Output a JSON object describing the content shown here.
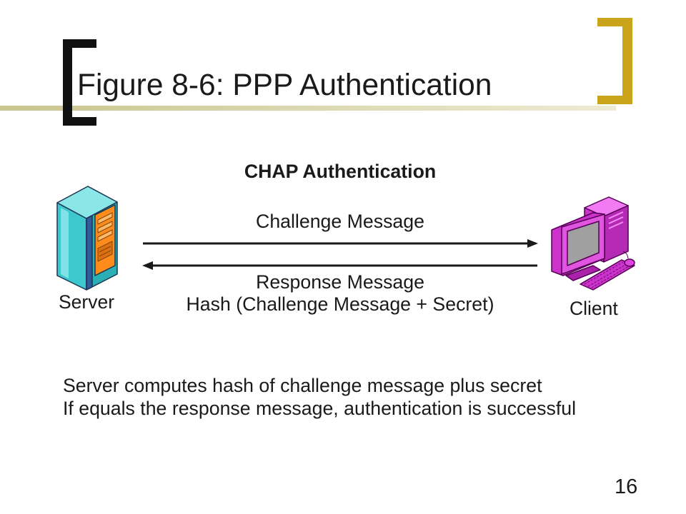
{
  "slide": {
    "title": "Figure 8-6: PPP Authentication",
    "page_number": "16"
  },
  "diagram": {
    "heading": "CHAP Authentication",
    "server_label": "Server",
    "client_label": "Client",
    "challenge_label": "Challenge Message",
    "response_label": "Response Message",
    "response_detail": "Hash (Challenge Message + Secret)",
    "icons": {
      "server": "server-icon",
      "client": "desktop-computer-icon",
      "arrow_to_client": "arrow-right-icon",
      "arrow_to_server": "arrow-left-icon"
    }
  },
  "notes": [
    "Server computes hash of challenge message plus secret",
    "If equals the response message, authentication is successful"
  ],
  "colors": {
    "text": "#1a1a1a",
    "left_bracket": "#111111",
    "right_bracket": "#C9A31A",
    "rule_start": "#C9C58E",
    "rule_end": "#EDEBD3",
    "arrow": "#1a1a1a",
    "server_face": "#3CC8CC",
    "server_top": "#8BE6E8",
    "server_side": "#2AAFB5",
    "server_panel": "#FF8C1A",
    "client_body": "#CC33CC",
    "client_light": "#E055E0",
    "client_screen": "#A0A0A0"
  }
}
